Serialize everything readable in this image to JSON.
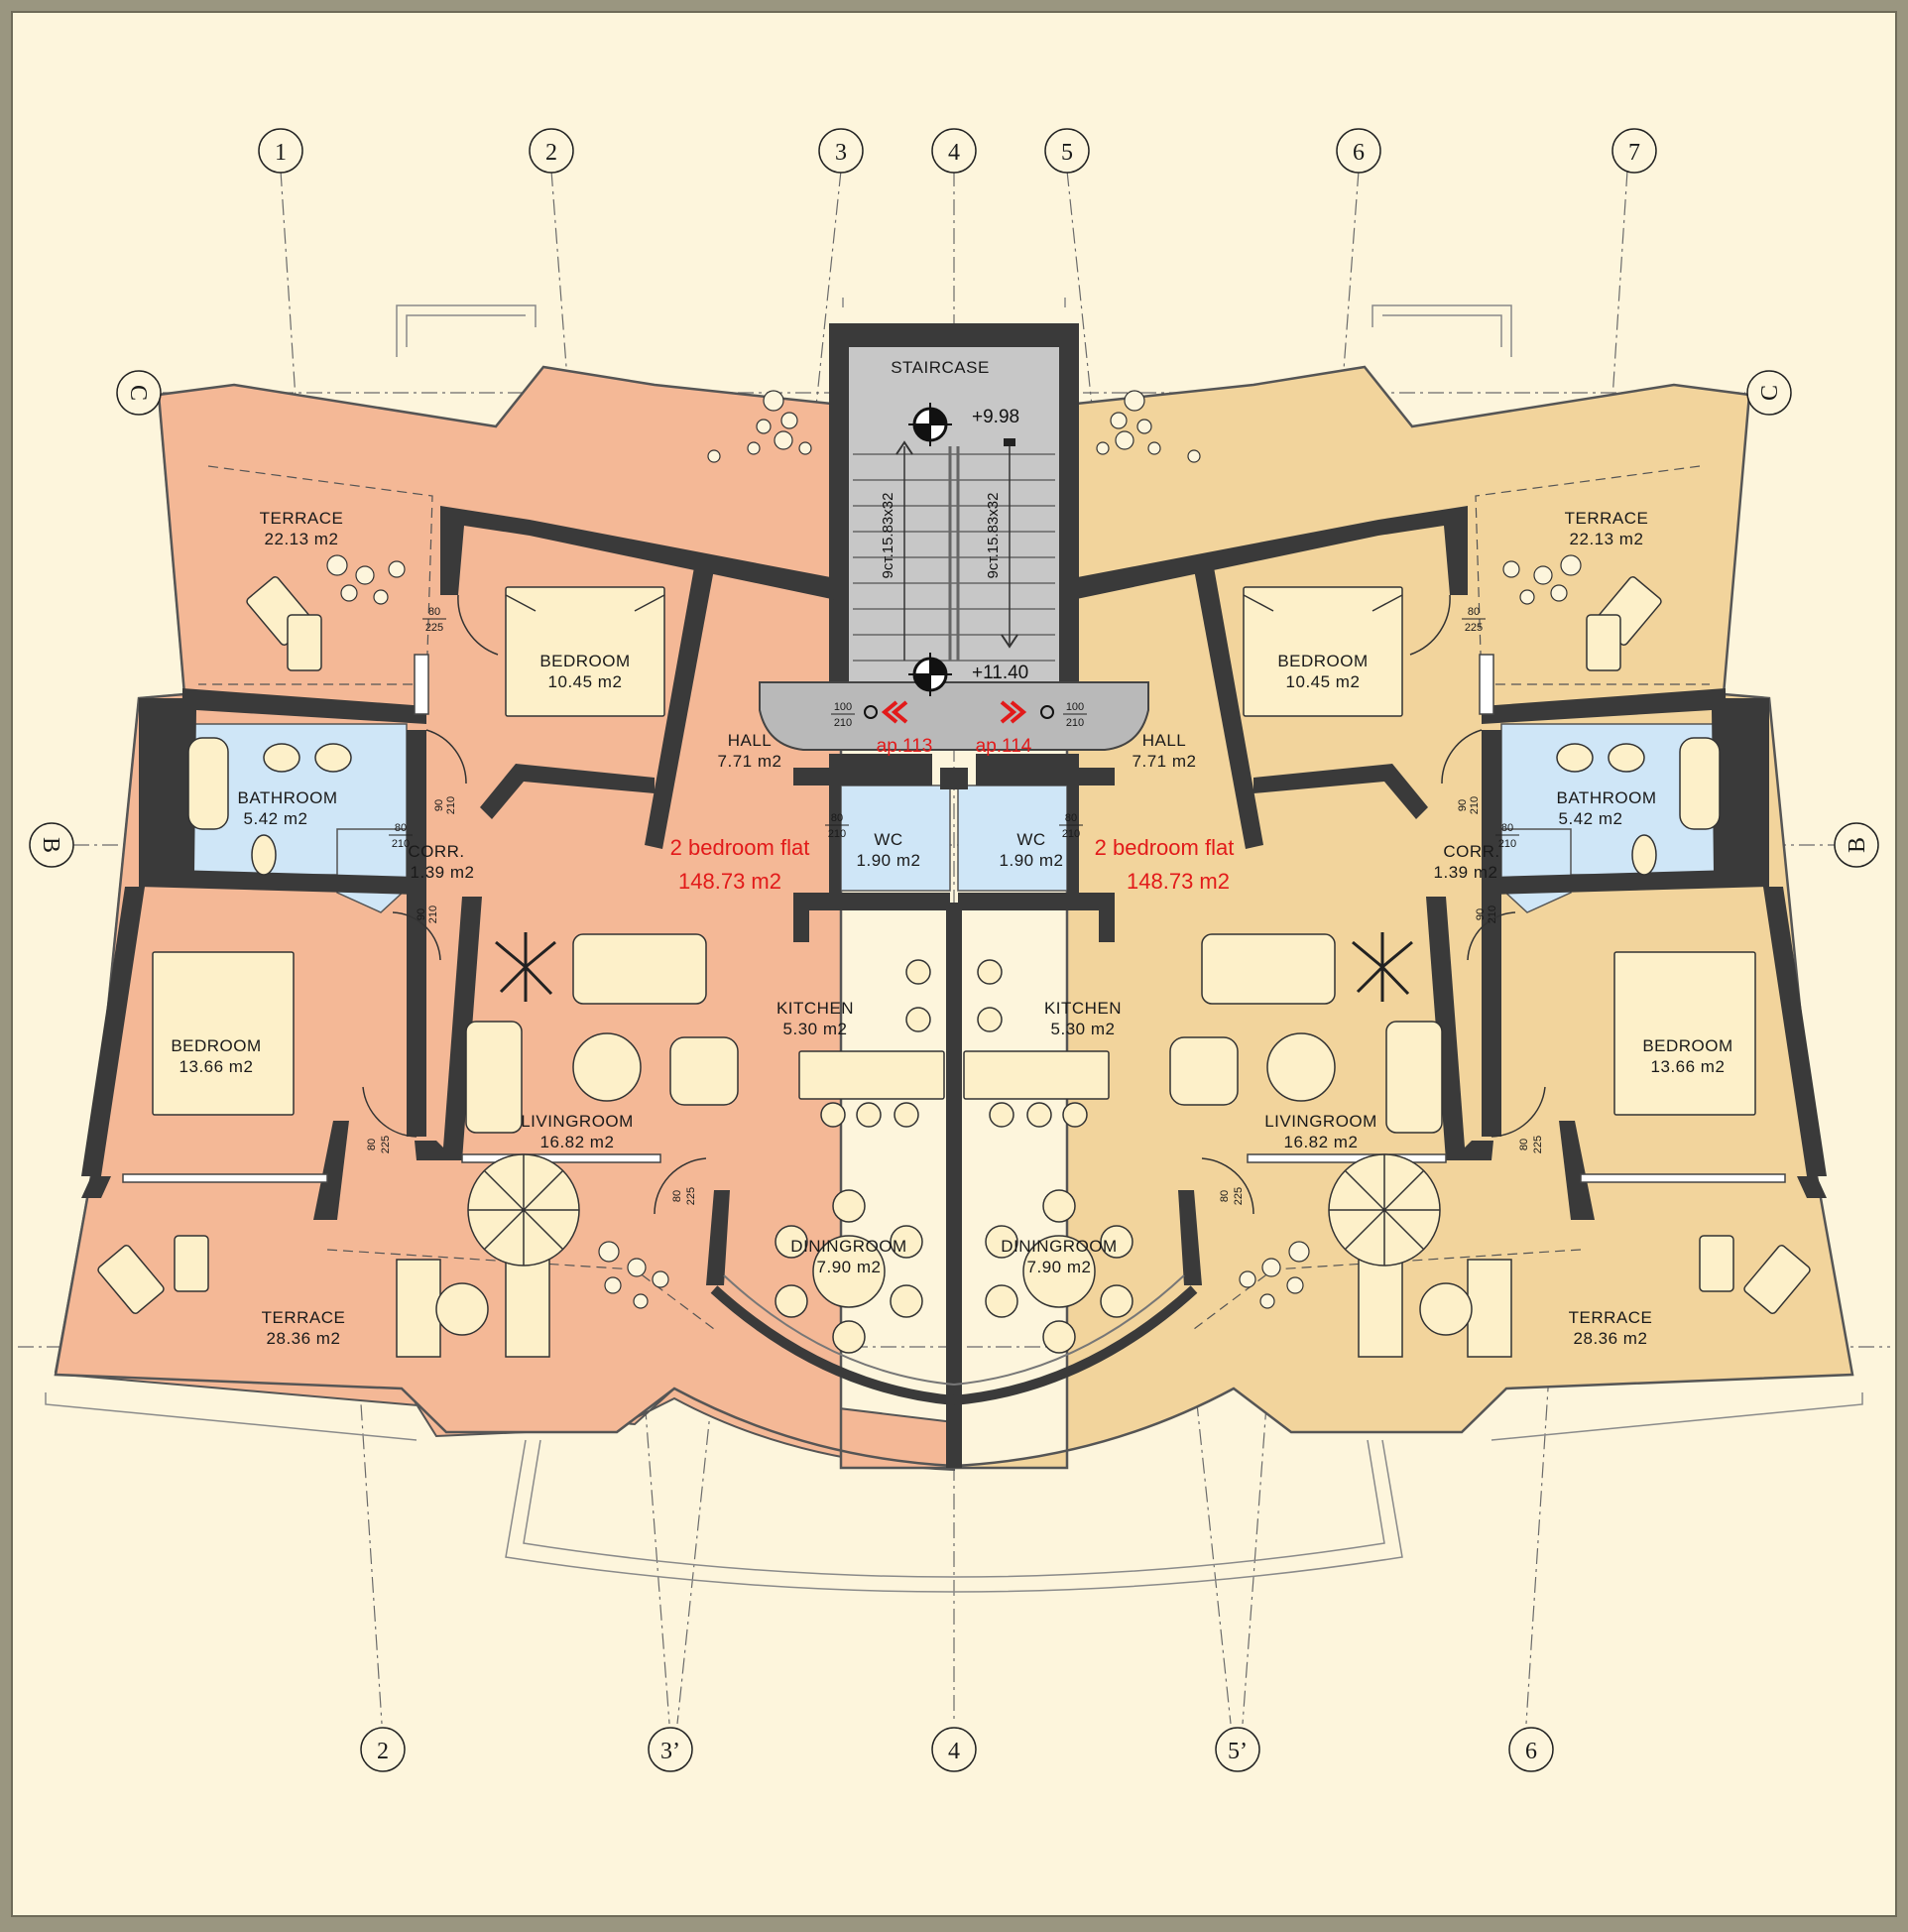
{
  "colors": {
    "frame": "#9a9680",
    "paper": "#fdf5dc",
    "left_flat": "#f4b896",
    "right_flat": "#f2d49c",
    "wet_room": "#cfe6f7",
    "stair": "#c7c7c7",
    "wall": "#3a3a3a",
    "label_red": "#e21a1a"
  },
  "axes": {
    "top": [
      "1",
      "2",
      "3",
      "4",
      "5",
      "6",
      "7"
    ],
    "bottom": [
      "2",
      "3’",
      "4",
      "5’",
      "6"
    ],
    "rows": [
      "C",
      "B"
    ]
  },
  "staircase": {
    "label": "STAIRCASE",
    "level_top": "+9.98",
    "level_bottom": "+11.40",
    "flight_left": "9ст.15.83х32",
    "flight_right": "9ст.15.83х32"
  },
  "flats": {
    "left": {
      "apartment": "ap.113",
      "type": "2 bedroom flat",
      "area": "148.73 m2",
      "rooms": {
        "terrace_top": {
          "name": "TERRACE",
          "area": "22.13 m2"
        },
        "bedroom_small": {
          "name": "BEDROOM",
          "area": "10.45 m2"
        },
        "hall": {
          "name": "HALL",
          "area": "7.71 m2"
        },
        "bathroom": {
          "name": "BATHROOM",
          "area": "5.42 m2"
        },
        "corr": {
          "name": "CORR.",
          "area": "1.39 m2"
        },
        "wc": {
          "name": "WC",
          "area": "1.90 m2"
        },
        "bedroom_large": {
          "name": "BEDROOM",
          "area": "13.66 m2"
        },
        "kitchen": {
          "name": "KITCHEN",
          "area": "5.30 m2"
        },
        "livingroom": {
          "name": "LIVINGROOM",
          "area": "16.82 m2"
        },
        "diningroom": {
          "name": "DININGROOM",
          "area": "7.90 m2"
        },
        "terrace_bottom": {
          "name": "TERRACE",
          "area": "28.36 m2"
        }
      }
    },
    "right": {
      "apartment": "ap.114",
      "type": "2 bedroom flat",
      "area": "148.73 m2",
      "rooms": {
        "terrace_top": {
          "name": "TERRACE",
          "area": "22.13 m2"
        },
        "bedroom_small": {
          "name": "BEDROOM",
          "area": "10.45 m2"
        },
        "hall": {
          "name": "HALL",
          "area": "7.71 m2"
        },
        "bathroom": {
          "name": "BATHROOM",
          "area": "5.42 m2"
        },
        "corr": {
          "name": "CORR.",
          "area": "1.39 m2"
        },
        "wc": {
          "name": "WC",
          "area": "1.90 m2"
        },
        "bedroom_large": {
          "name": "BEDROOM",
          "area": "13.66 m2"
        },
        "kitchen": {
          "name": "KITCHEN",
          "area": "5.30 m2"
        },
        "livingroom": {
          "name": "LIVINGROOM",
          "area": "16.82 m2"
        },
        "diningroom": {
          "name": "DININGROOM",
          "area": "7.90 m2"
        },
        "terrace_bottom": {
          "name": "TERRACE",
          "area": "28.36 m2"
        }
      }
    }
  },
  "door_marks": {
    "d100": "100",
    "d90": "90",
    "d80": "80",
    "h210": "210",
    "h225": "225"
  }
}
